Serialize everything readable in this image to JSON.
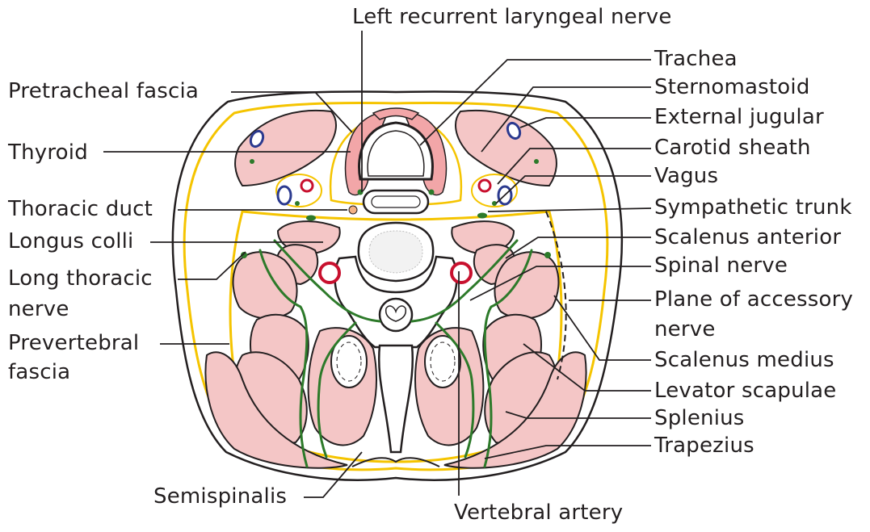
{
  "labels": {
    "left_recurrent_laryngeal_nerve": "Left recurrent laryngeal nerve",
    "pretracheal_fascia": "Pretracheal fascia",
    "thyroid": "Thyroid",
    "thoracic_duct": "Thoracic duct",
    "longus_colli": "Longus colli",
    "long_thoracic_nerve_1": "Long thoracic",
    "long_thoracic_nerve_2": "nerve",
    "prevertebral_fascia_1": "Prevertebral",
    "prevertebral_fascia_2": "fascia",
    "semispinalis": "Semispinalis",
    "vertebral_artery": "Vertebral artery",
    "trachea": "Trachea",
    "sternomastoid": "Sternomastoid",
    "external_jugular": "External jugular",
    "carotid_sheath": "Carotid sheath",
    "vagus": "Vagus",
    "sympathetic_trunk": "Sympathetic trunk",
    "scalenus_anterior": "Scalenus anterior",
    "spinal_nerve": "Spinal nerve",
    "plane_of_accessory_nerve_1": "Plane of accessory",
    "plane_of_accessory_nerve_2": "nerve",
    "scalenus_medius": "Scalenus medius",
    "levator_scapulae": "Levator scapulae",
    "splenius": "Splenius",
    "trapezius": "Trapezius"
  },
  "colors": {
    "muscle": "#f4c6c6",
    "thyroid": "#f2a6a8",
    "fascia": "#f5c400",
    "nerve": "#2d7a2a",
    "artery": "#c8102e",
    "vein": "#2b3a8f",
    "duct": "#f3b184",
    "outline": "#231f20"
  }
}
